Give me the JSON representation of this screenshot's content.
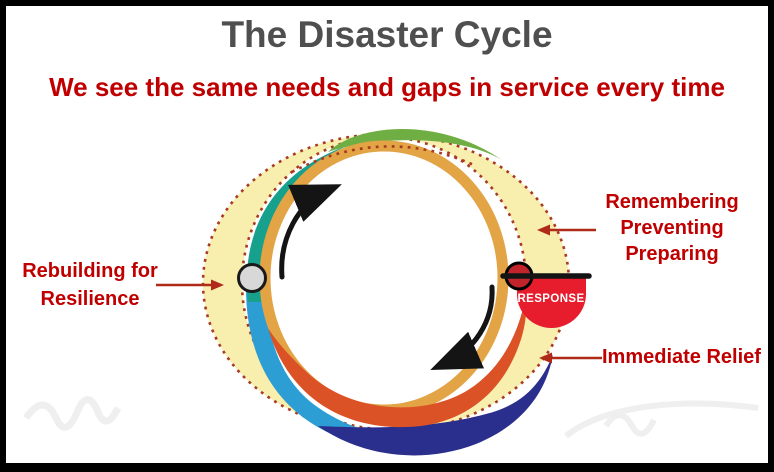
{
  "header": {
    "title": "The Disaster Cycle",
    "subtitle": "We see the same needs and gaps in service every time"
  },
  "diagram": {
    "callouts": {
      "rebuilding": {
        "line1": "Rebuilding for",
        "line2": "Resilience"
      },
      "mitigation": {
        "line1": "Remembering",
        "line2": "Preventing",
        "line3": "Preparing"
      },
      "relief": {
        "label": "Immediate Relief"
      },
      "response": {
        "label": "RESPONSE"
      }
    },
    "colors": {
      "outer_band_yellow": "#f8eeae",
      "dashed_outline": "#a83a22",
      "teal_arc": "#17a08b",
      "green_arc": "#6fae43",
      "gold_ring": "#e2a445",
      "blue_arc": "#2d9ed3",
      "navy_arc": "#2a2e8c",
      "orange_arc": "#dc5227",
      "response_red": "#e71c2d",
      "marker_red": "#c1242b",
      "marker_gray": "#d8d8d8",
      "arrow_black": "#141414",
      "callout_red": "#b02a1a",
      "text_red": "#c00000",
      "title_gray": "#4f4f4f"
    }
  }
}
